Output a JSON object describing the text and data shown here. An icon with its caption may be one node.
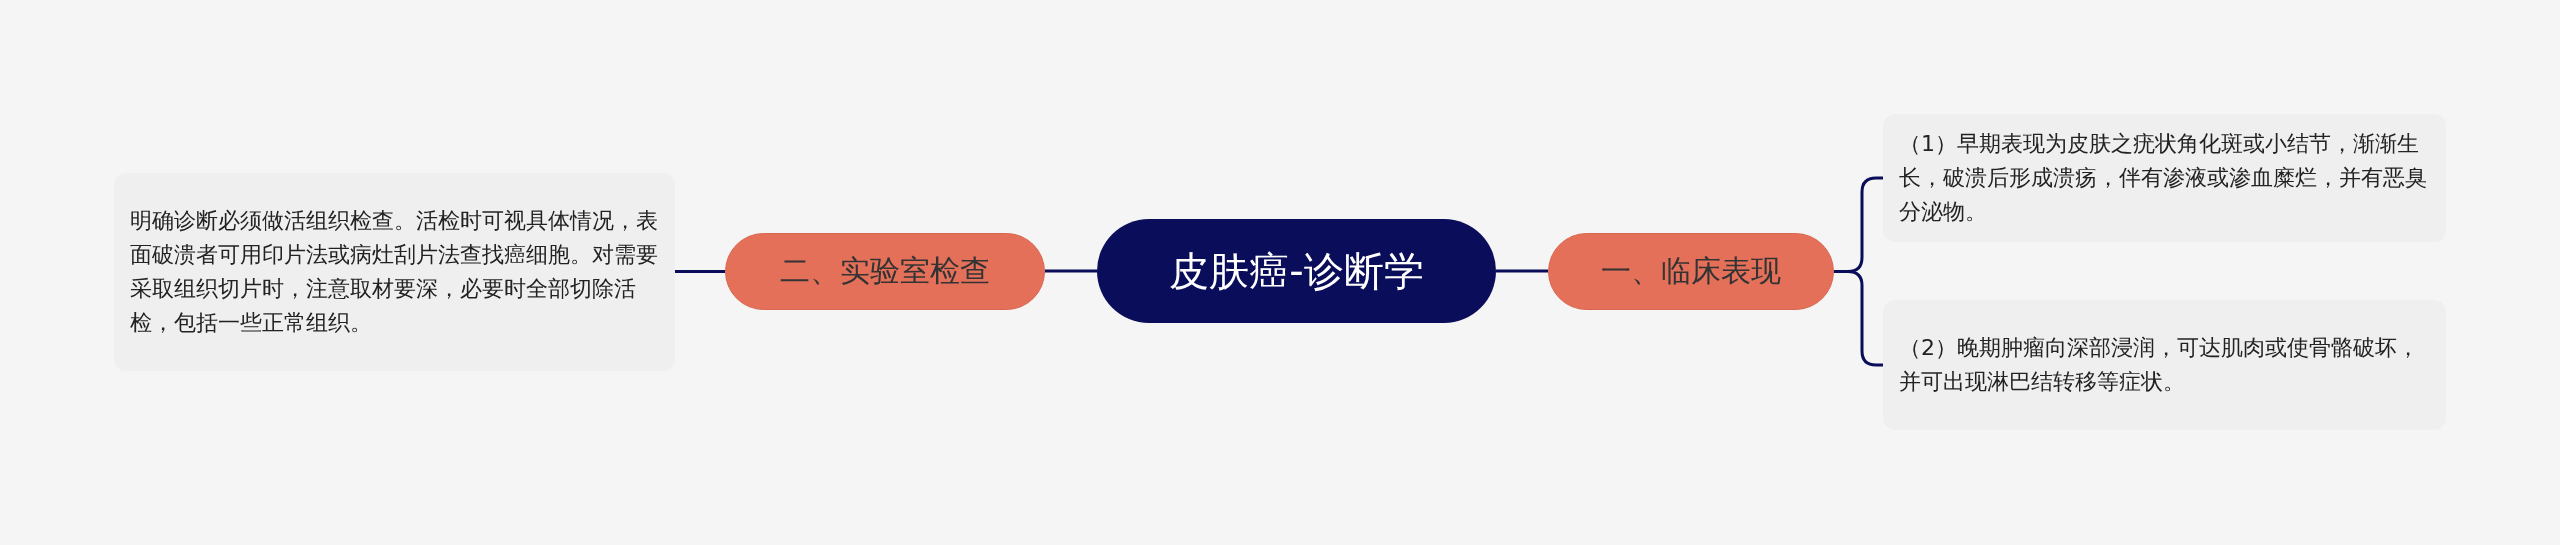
{
  "diagram": {
    "nodes": [
      {
        "text": [
          "皮肤癌-诊断学"
        ]
      },
      {
        "text": [
          "一、临床表现"
        ]
      },
      {
        "text": [
          "（1）早期表现为皮肤之疣状角化斑或小结节，渐渐生长，破溃后形成溃疡，伴有渗液或渗血糜烂，并有恶臭分泌物。"
        ]
      },
      {
        "text": [
          "（2）晚期肿瘤向深部浸润，可达肌肉或使骨骼破坏，并可出现淋巴结转移等症状。"
        ]
      },
      {
        "text": [
          "二、实验室检查"
        ]
      },
      {
        "text": [
          "明确诊断必须做活组织检查。活检时可视具体情况，表面破溃者可用印片法或病灶刮片法查找癌细胞。对需要采取组织切片时，注意取材要深，必要时全部切除活检，包括一些正常组织。"
        ]
      }
    ],
    "edges": [
      {
        "from": 0,
        "to": 1,
        "arrow": "none"
      },
      {
        "from": 1,
        "to": 2,
        "arrow": "none"
      },
      {
        "from": 1,
        "to": 3,
        "arrow": "none"
      },
      {
        "from": 0,
        "to": 4,
        "arrow": "none"
      },
      {
        "from": 4,
        "to": 5,
        "arrow": "none"
      }
    ]
  }
}
